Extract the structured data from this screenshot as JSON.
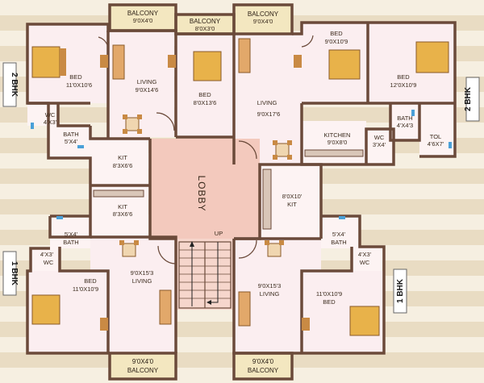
{
  "colors": {
    "background": "#f4ecdc",
    "stripe": "#e9dcc3",
    "room": "#fbeef0",
    "room_alt": "#fdf3f3",
    "balcony": "#f3e7c0",
    "lobby": "#f3c9bd",
    "wall": "#6b4a3a",
    "bed": "#e8b24a",
    "sofa": "#e2a86a",
    "chair": "#c98a44",
    "window_blue": "#4aa0d8"
  },
  "units": {
    "top_left": "2 BHK",
    "top_right": "2 BHK",
    "bottom_left": "1 BHK",
    "bottom_right": "1 BHK"
  },
  "lobby": {
    "label": "LOBBY",
    "stair_label": "UP"
  },
  "rooms": {
    "bal_tl": {
      "name": "BALCONY",
      "size": "9'0X4'0"
    },
    "bal_tm": {
      "name": "BALCONY",
      "size": "8'0X3'0"
    },
    "bal_tr": {
      "name": "BALCONY",
      "size": "9'0X4'0"
    },
    "bed_tl": {
      "name": "BED",
      "size": "11'0X10'6"
    },
    "living_tl": {
      "name": "LIVING",
      "size": "9'0X14'6"
    },
    "bed_tm": {
      "name": "BED",
      "size": "8'0X13'6"
    },
    "living_tr": {
      "name": "LIVING",
      "size": "9'0X17'6"
    },
    "bed_tr1": {
      "name": "BED",
      "size": "9'0X10'9"
    },
    "bed_tr2": {
      "name": "BED",
      "size": "12'0X10'9"
    },
    "wc_tl": {
      "name": "WC",
      "size": "4'X3'"
    },
    "bath_tl": {
      "name": "BATH",
      "size": "5'X4'"
    },
    "kit_tl": {
      "name": "KIT",
      "size": "8'3X6'6"
    },
    "kit_ml": {
      "name": "KIT",
      "size": "8'3X6'6"
    },
    "kitchen_tr": {
      "name": "KITCHEN",
      "size": "9'0X8'0"
    },
    "bath_tr": {
      "name": "BATH",
      "size": "4'X4'3"
    },
    "wc_tr": {
      "name": "WC",
      "size": "3'X4'"
    },
    "tol_tr": {
      "name": "TOL",
      "size": "4'6X7'"
    },
    "kit_r": {
      "size": "8'0X10'",
      "name": "KIT"
    },
    "bath_bl": {
      "size": "5'X4'",
      "name": "BATH"
    },
    "wc_bl": {
      "size": "4'X3'",
      "name": "WC"
    },
    "bath_br": {
      "size": "5'X4'",
      "name": "BATH"
    },
    "wc_br": {
      "size": "4'X3'",
      "name": "WC"
    },
    "living_bl": {
      "size": "9'0X15'3",
      "name": "LIVING"
    },
    "bed_bl": {
      "name": "BED",
      "size": "11'0X10'9"
    },
    "living_br": {
      "size": "9'0X15'3",
      "name": "LIVING"
    },
    "bed_br": {
      "size": "11'0X10'9",
      "name": "BED"
    },
    "bal_bl": {
      "size": "9'0X4'0",
      "name": "BALCONY"
    },
    "bal_br": {
      "size": "9'0X4'0",
      "name": "BALCONY"
    }
  }
}
